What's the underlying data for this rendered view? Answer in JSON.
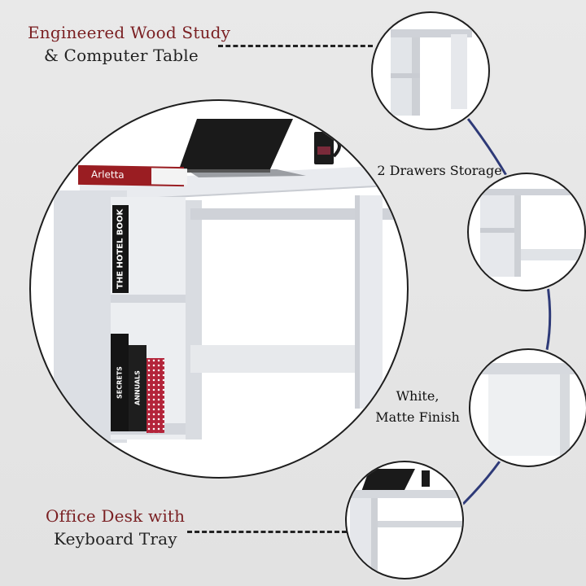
{
  "callouts": {
    "top": {
      "line1": "Engineered Wood Study",
      "line2": "& Computer Table"
    },
    "bottom": {
      "line1": "Office Desk with",
      "line2": "Keyboard Tray"
    }
  },
  "labels": {
    "drawers": "2 Drawers Storage",
    "finish_line1": "White,",
    "finish_line2": "Matte Finish"
  },
  "book_titles": {
    "top_book": "Arletta",
    "spine_tall": "THE HOTEL BOOK",
    "spine_low_left": "SECRETS",
    "spine_low_right": "ANNUALS"
  },
  "colors": {
    "accent": "#7a1f22",
    "arc": "#2e3a78",
    "desk": "#e6e8ec",
    "text": "#222222"
  }
}
